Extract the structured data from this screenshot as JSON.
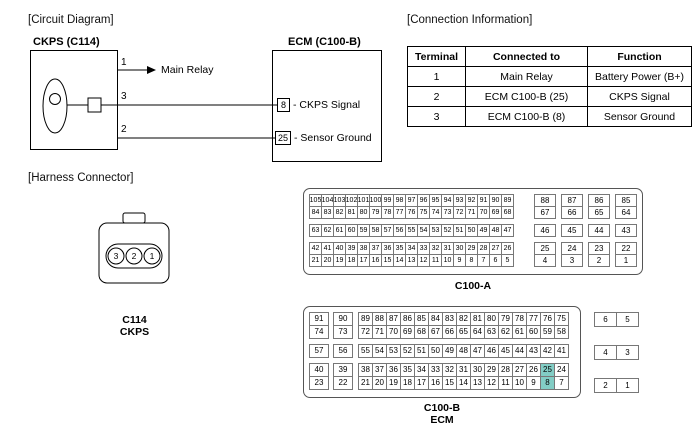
{
  "sections": {
    "circuit_diagram": "[Circuit Diagram]",
    "connection_information": "[Connection Information]",
    "harness_connector": "[Harness Connector]"
  },
  "circuit": {
    "ckps_title": "CKPS (C114)",
    "ecm_title": "ECM (C100-B)",
    "main_relay": "Main Relay",
    "wire_pins": [
      "1",
      "3",
      "2"
    ],
    "ecm_pins": [
      {
        "num": "8",
        "label": "- CKPS Signal"
      },
      {
        "num": "25",
        "label": "- Sensor Ground"
      }
    ]
  },
  "connection_table": {
    "headers": [
      "Terminal",
      "Connected to",
      "Function"
    ],
    "rows": [
      [
        "1",
        "Main Relay",
        "Battery Power (B+)"
      ],
      [
        "2",
        "ECM C100-B (25)",
        "CKPS Signal"
      ],
      [
        "3",
        "ECM C100-B (8)",
        "Sensor Ground"
      ]
    ]
  },
  "c114": {
    "pins": [
      "3",
      "2",
      "1"
    ],
    "name": "C114",
    "type": "CKPS"
  },
  "c100a": {
    "label": "C100-A",
    "main_rows": [
      [
        "105",
        "104",
        "103",
        "102",
        "101",
        "100",
        "99",
        "98",
        "97",
        "96",
        "95",
        "94",
        "93",
        "92",
        "91",
        "90",
        "89"
      ],
      [
        "84",
        "83",
        "82",
        "81",
        "80",
        "79",
        "78",
        "77",
        "76",
        "75",
        "74",
        "73",
        "72",
        "71",
        "70",
        "69",
        "68"
      ],
      [
        "63",
        "62",
        "61",
        "60",
        "59",
        "58",
        "57",
        "56",
        "55",
        "54",
        "53",
        "52",
        "51",
        "50",
        "49",
        "48",
        "47"
      ],
      [
        "42",
        "41",
        "40",
        "39",
        "38",
        "37",
        "36",
        "35",
        "34",
        "33",
        "32",
        "31",
        "30",
        "29",
        "28",
        "27",
        "26"
      ],
      [
        "21",
        "20",
        "19",
        "18",
        "17",
        "16",
        "15",
        "14",
        "13",
        "12",
        "11",
        "10",
        "9",
        "8",
        "7",
        "6",
        "5"
      ]
    ],
    "right_rows": [
      [
        "88",
        "87",
        "86",
        "85"
      ],
      [
        "67",
        "66",
        "65",
        "64"
      ],
      [
        "46",
        "45",
        "44",
        "43"
      ],
      [
        "25",
        "24",
        "23",
        "22"
      ],
      [
        "4",
        "3",
        "2",
        "1"
      ]
    ]
  },
  "c100b": {
    "label": "C100-B",
    "sublabel": "ECM",
    "left_rows": [
      [
        "91",
        "90"
      ],
      [
        "74",
        "73"
      ],
      [
        "57",
        "56"
      ],
      [
        "40",
        "39"
      ],
      [
        "23",
        "22"
      ]
    ],
    "main_rows": [
      [
        "89",
        "88",
        "87",
        "86",
        "85",
        "84",
        "83",
        "82",
        "81",
        "80",
        "79",
        "78",
        "77",
        "76",
        "75"
      ],
      [
        "72",
        "71",
        "70",
        "69",
        "68",
        "67",
        "66",
        "65",
        "64",
        "63",
        "62",
        "61",
        "60",
        "59",
        "58"
      ],
      [
        "55",
        "54",
        "53",
        "52",
        "51",
        "50",
        "49",
        "48",
        "47",
        "46",
        "45",
        "44",
        "43",
        "42",
        "41"
      ],
      [
        "38",
        "37",
        "36",
        "35",
        "34",
        "33",
        "32",
        "31",
        "30",
        "29",
        "28",
        "27",
        "26",
        "25",
        "24"
      ],
      [
        "21",
        "20",
        "19",
        "18",
        "17",
        "16",
        "15",
        "14",
        "13",
        "12",
        "11",
        "10",
        "9",
        "8",
        "7"
      ]
    ],
    "right_rows": [
      [
        "6",
        "5"
      ],
      [
        "4",
        "3"
      ],
      [
        "2",
        "1"
      ]
    ],
    "highlighted_pins": [
      "25",
      "8"
    ],
    "highlight_color": "#82CDC5"
  }
}
